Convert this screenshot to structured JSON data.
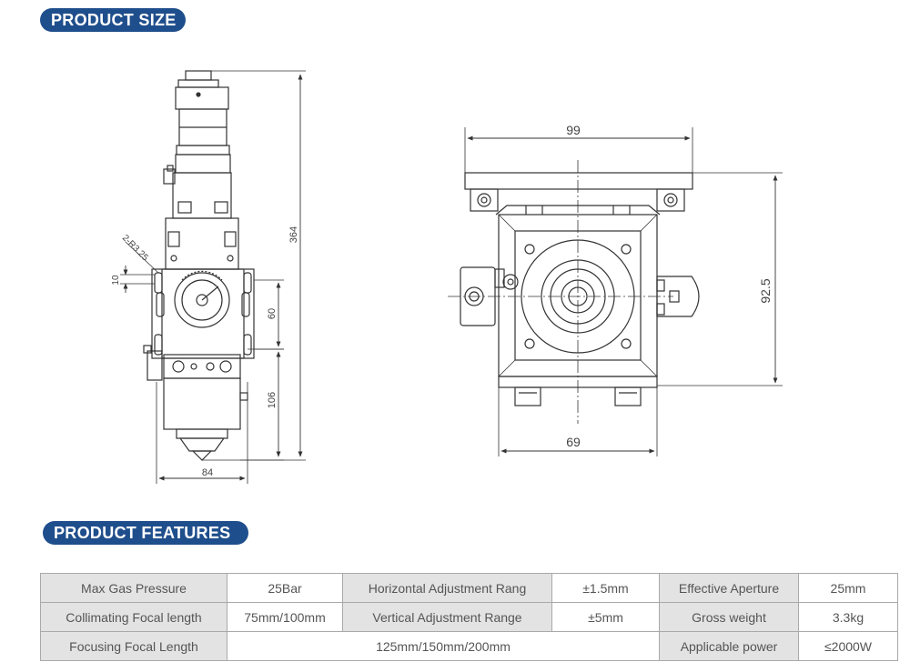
{
  "sections": {
    "size_title": "PRODUCT SIZE",
    "features_title": "PRODUCT FEATURES"
  },
  "drawing_labels": {
    "left_height": "364",
    "left_radius": "2-R3.25",
    "left_small": "10",
    "left_60": "60",
    "left_106": "106",
    "left_width": "84",
    "right_top_width": "99",
    "right_bottom_width": "69",
    "right_height": "92.5"
  },
  "features": {
    "rows": [
      [
        "Max Gas Pressure",
        "25Bar",
        "Horizontal Adjustment Rang",
        "±1.5mm",
        "Effective Aperture",
        "25mm"
      ],
      [
        "Collimating Focal length",
        "75mm/100mm",
        "Vertical Adjustment Range",
        "±5mm",
        "Gross weight",
        "3.3kg"
      ],
      [
        "Focusing Focal Length",
        "125mm/150mm/200mm",
        "Applicable power",
        "≤2000W"
      ]
    ]
  },
  "colors": {
    "accent": "#1f4e8c",
    "label_bg": "#e3e3e3",
    "line": "#333333"
  }
}
